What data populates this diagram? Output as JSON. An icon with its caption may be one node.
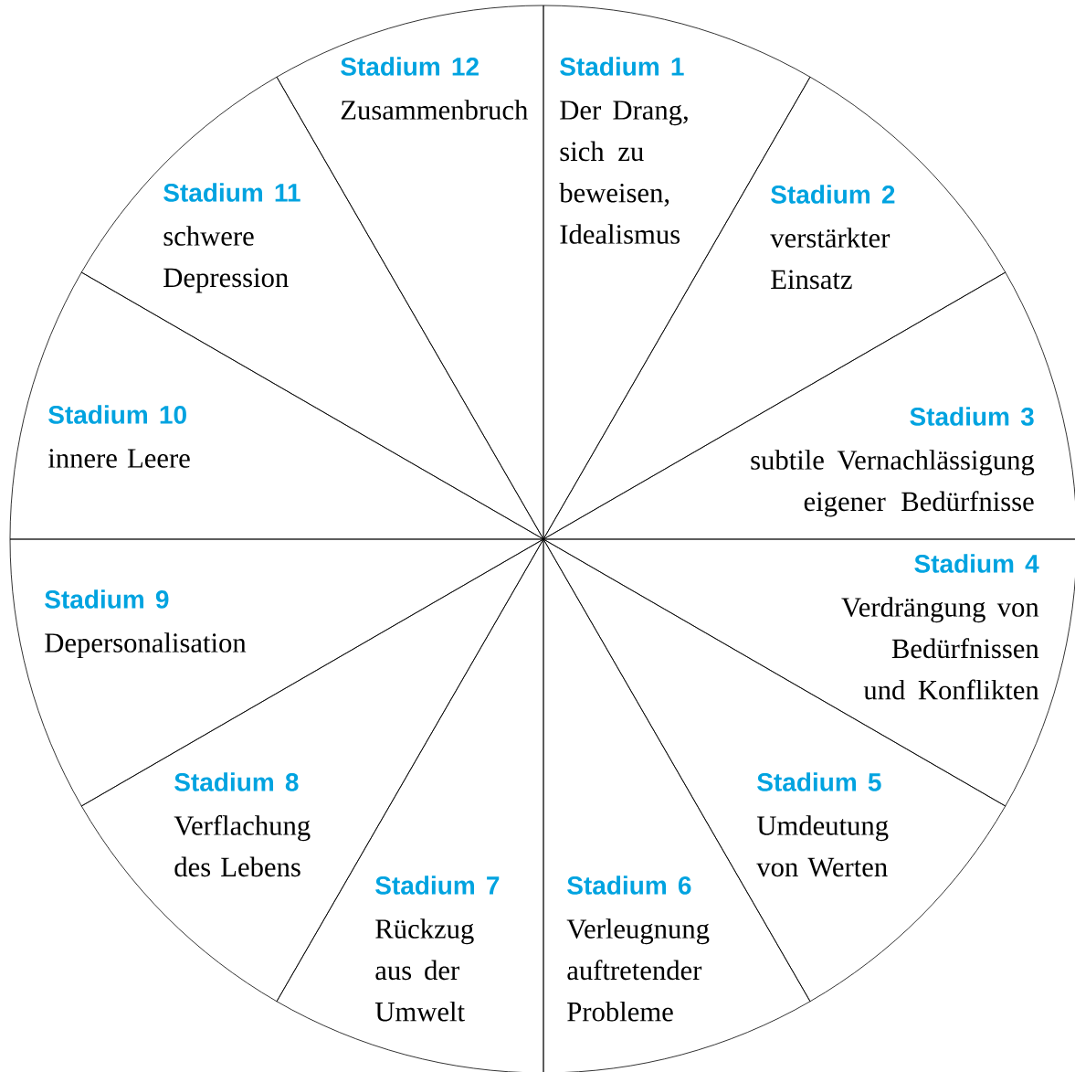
{
  "diagram": {
    "nodes": [
      {
        "text": [
          "Stadium 1",
          "Der Drang, sich zu beweisen, Idealismus"
        ]
      },
      {
        "text": [
          "Stadium 2",
          "verstärkter Einsatz"
        ]
      },
      {
        "text": [
          "Stadium 3",
          "subtile Vernachlässigung eigener Bedürfnisse"
        ]
      },
      {
        "text": [
          "Stadium 4",
          "Verdrängung von Bedürfnissen und Konflikten"
        ]
      },
      {
        "text": [
          "Stadium 5",
          "Umdeutung von Werten"
        ]
      },
      {
        "text": [
          "Stadium 6",
          "Verleugnung auftretender Probleme"
        ]
      },
      {
        "text": [
          "Stadium 7",
          "Rückzug aus der Umwelt"
        ]
      },
      {
        "text": [
          "Stadium 8",
          "Verflachung des Lebens"
        ]
      },
      {
        "text": [
          "Stadium 9",
          "Depersonalisation"
        ]
      },
      {
        "text": [
          "Stadium 10",
          "innere Leere"
        ]
      },
      {
        "text": [
          "Stadium 11",
          "schwere Depression"
        ]
      },
      {
        "text": [
          "Stadium 12",
          "Zusammenbruch"
        ]
      }
    ]
  }
}
